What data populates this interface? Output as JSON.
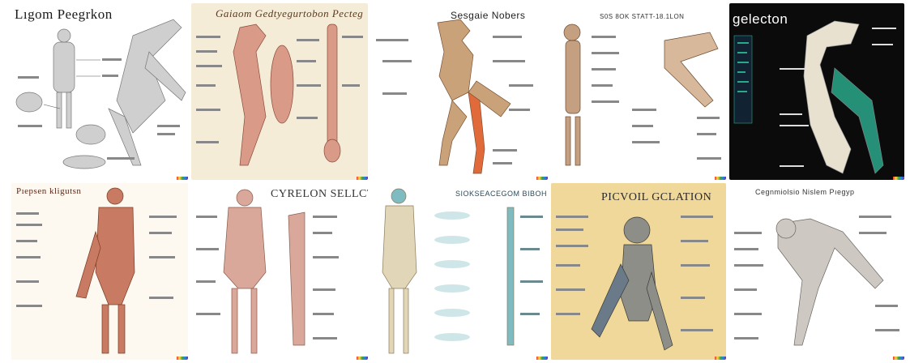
{
  "tiles": [
    {
      "title": "Lıgom Peegrkon",
      "bg": "#ffffff",
      "ink": "#1a1a1a",
      "bone": "#cfcfcf"
    },
    {
      "title": "Gaiaom Gedtyegurtobon Pecteg",
      "bg": "#f5ecd7",
      "ink": "#5a3a22",
      "bone": "#d99a88"
    },
    {
      "title": "Sesgaie Nobers",
      "bg": "#ffffff",
      "ink": "#222222",
      "bone": "#c9a27a"
    },
    {
      "title": "S0S 8OK STATT-18.1LON",
      "bg": "#ffffff",
      "ink": "#333333",
      "bone": "#c49f80"
    },
    {
      "title": "gelecton",
      "bg": "#0b0b0b",
      "ink": "#ffffff",
      "bone": "#e8e1d0"
    },
    {
      "title": "Pıepsen kligutsn",
      "bg": "#fdf8f0",
      "ink": "#5a2a1a",
      "bone": "#c97a62"
    },
    {
      "title": "CYRELON SELLCTON",
      "bg": "#ffffff",
      "ink": "#333333",
      "bone": "#d9a89b"
    },
    {
      "title": "SIOKSEACEGOM BIBOH",
      "bg": "#ffffff",
      "ink": "#2a4a5a",
      "bone": "#7fbcc2"
    },
    {
      "title": "PICVOIL GCLATION",
      "bg": "#efd89a",
      "ink": "#2a2a2a",
      "bone": "#8e8e88"
    },
    {
      "title": "Cegnmiolsio Nislem Pıegyp",
      "bg": "#ffffff",
      "ink": "#333333",
      "bone": "#cdc8c2"
    }
  ]
}
